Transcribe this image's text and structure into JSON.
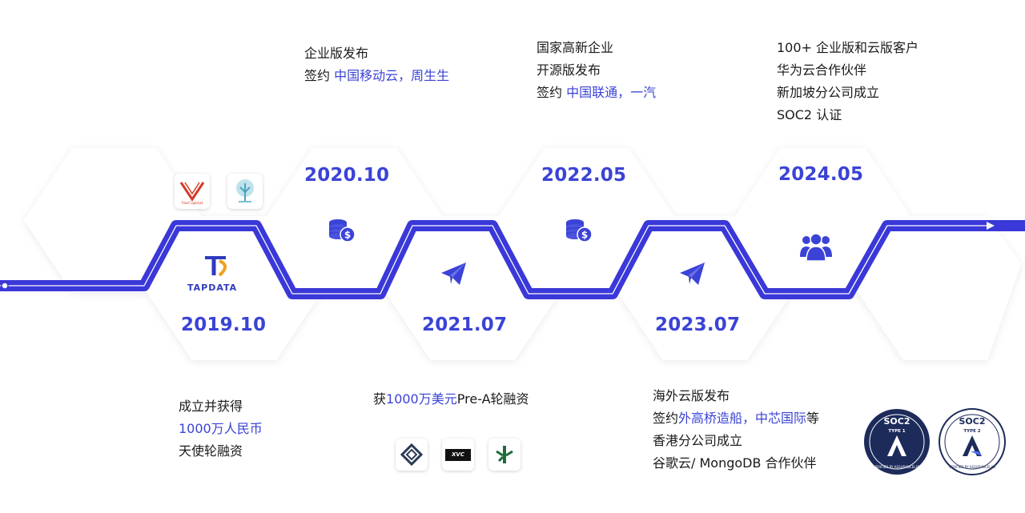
{
  "milestones": [
    {
      "id": "2019",
      "year": "2019.10",
      "lines": [
        [
          "成立并获得",
          ""
        ],
        [
          "",
          "1000万人民币"
        ],
        [
          "天使轮融资",
          ""
        ]
      ]
    },
    {
      "id": "2020",
      "year": "2020.10",
      "lines": [
        [
          "企业版发布",
          ""
        ],
        [
          "签约 ",
          "中国移动云，周生生"
        ]
      ]
    },
    {
      "id": "2021",
      "year": "2021.07",
      "lines": [
        [
          "获",
          "1000万美元",
          "Pre-A轮融资"
        ]
      ]
    },
    {
      "id": "2022",
      "year": "2022.05",
      "lines": [
        [
          "国家高新企业",
          ""
        ],
        [
          "开源版发布",
          ""
        ],
        [
          "签约 ",
          "中国联通，一汽"
        ]
      ]
    },
    {
      "id": "2023",
      "year": "2023.07",
      "lines": [
        [
          "海外云版发布",
          ""
        ],
        [
          "签约",
          "外高桥造船，中芯国际",
          "等"
        ],
        [
          "香港分公司成立",
          ""
        ],
        [
          "谷歌云/ MongoDB 合作伙伴",
          ""
        ]
      ]
    },
    {
      "id": "2024",
      "year": "2024.05",
      "lines": [
        [
          "100+ 企业版和云版客户",
          ""
        ],
        [
          "华为云合作伙伴",
          ""
        ],
        [
          "新加坡分公司成立",
          ""
        ],
        [
          "SOC2 认证",
          ""
        ]
      ]
    }
  ],
  "logos": {
    "tapdata": "TAPDATA",
    "varcapital": "VarCapital",
    "xvc": "XVC"
  },
  "badges": [
    {
      "title": "SOC2",
      "type": "TYPE 1",
      "ring": "VERIFIED BY ASSURANCELAB"
    },
    {
      "title": "SOC2",
      "type": "TYPE 2",
      "ring": "VERIFIED BY ASSURANCELAB"
    }
  ],
  "icons": [
    "coins-dollar-icon",
    "paper-plane-icon",
    "users-group-icon"
  ],
  "colors": {
    "accent": "#3b43d6",
    "line": "#3a38d8",
    "badge": "#1d2b5b"
  }
}
